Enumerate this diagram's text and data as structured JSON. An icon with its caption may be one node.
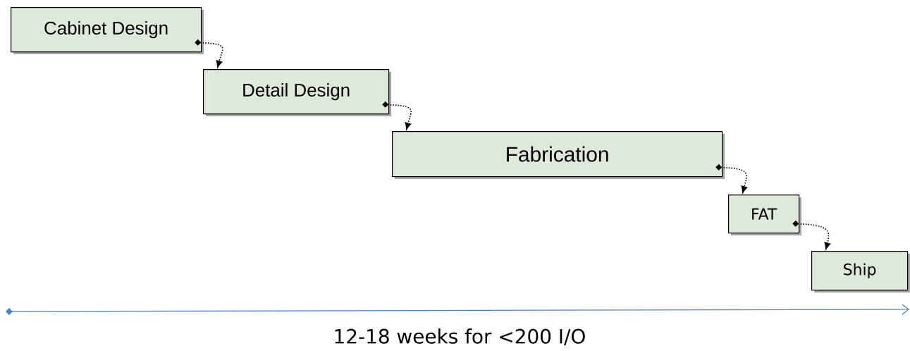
{
  "diagram": {
    "nodes": [
      {
        "text": [
          "Cabinet Design"
        ]
      },
      {
        "text": [
          "Detail Design"
        ]
      },
      {
        "text": [
          "Fabrication"
        ]
      },
      {
        "text": [
          "FAT"
        ]
      },
      {
        "text": [
          "Ship"
        ]
      }
    ],
    "edges": [
      {
        "from": 0,
        "to": 1,
        "arrow": "to"
      },
      {
        "from": 1,
        "to": 2,
        "arrow": "to"
      },
      {
        "from": 2,
        "to": 3,
        "arrow": "to"
      },
      {
        "from": 3,
        "to": 4,
        "arrow": "to"
      }
    ],
    "labels": [
      "12-18 weeks for <200 I/O"
    ]
  }
}
